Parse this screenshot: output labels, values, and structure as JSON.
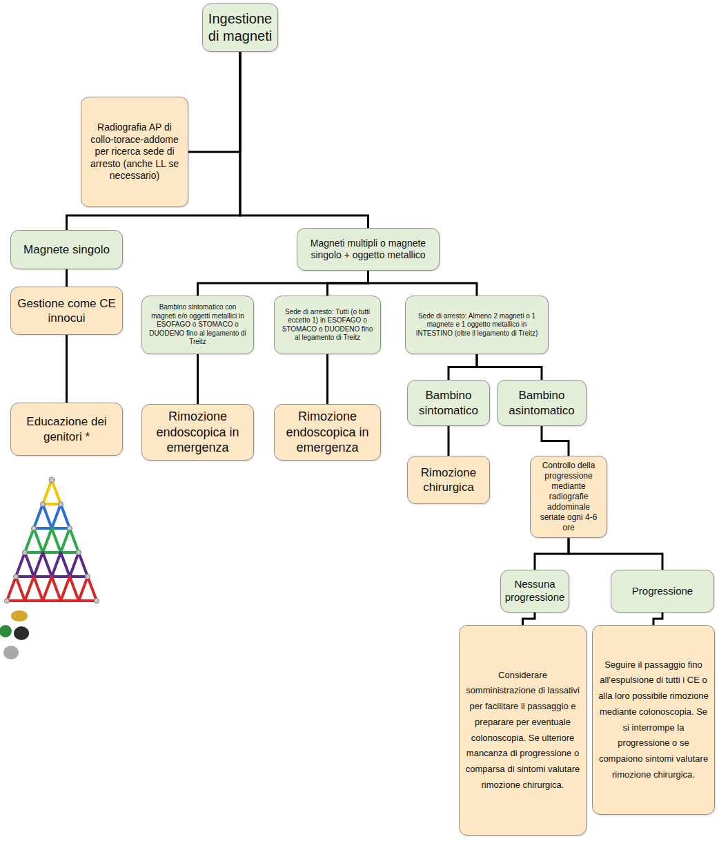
{
  "diagram": {
    "nodes": [
      {
        "text": [
          "Ingestione di magneti"
        ]
      },
      {
        "text": [
          "Radiografia AP di collo-torace-addome per ricerca sede di arresto (anche LL se necessario)"
        ]
      },
      {
        "text": [
          "Magnete singolo"
        ]
      },
      {
        "text": [
          "Magneti multipli o magnete singolo + oggetto metallico"
        ]
      },
      {
        "text": [
          "Gestione come CE innocui"
        ]
      },
      {
        "text": [
          "Educazione dei genitori *"
        ]
      },
      {
        "text": [
          "Bambino sintomatico con magneti e/o oggetti metallici in ESOFAGO o STOMACO o DUODENO fino al legamento di Treitz"
        ]
      },
      {
        "text": [
          "Sede di arresto: Tutti (o tutti eccetto 1) in ESOFAGO o STOMACO o DUODENO fino al legamento di Treitz"
        ]
      },
      {
        "text": [
          "Sede di arresto: Almeno 2 magneti o 1 magnete e 1 oggetto metallico in INTESTINO (oltre il legamento di Treitz)"
        ]
      },
      {
        "text": [
          "Rimozione endoscopica in emergenza"
        ]
      },
      {
        "text": [
          "Rimozione endoscopica in emergenza"
        ]
      },
      {
        "text": [
          "Bambino sintomatico"
        ]
      },
      {
        "text": [
          "Bambino asintomatico"
        ]
      },
      {
        "text": [
          "Rimozione chirurgica"
        ]
      },
      {
        "text": [
          "Controllo della progressione mediante radiografie addominale seriate ogni 4-6 ore"
        ]
      },
      {
        "text": [
          "Nessuna progressione"
        ]
      },
      {
        "text": [
          "Progressione"
        ]
      },
      {
        "text": [
          "Considerare somministrazione di lassativi per facilitare il passaggio e preparare per eventuale colonoscopia. Se ulteriore mancanza di progressione o comparsa di sintomi valutare rimozione chirurgica."
        ]
      },
      {
        "text": [
          "Seguire il passaggio fino all’espulsione di tutti i CE o alla loro possibile rimozione mediante colonoscopia. Se si interrompe la progressione o se compaiono sintomi valutare rimozione chirurgica."
        ]
      }
    ],
    "edges": [
      {
        "from": 0,
        "to": 1,
        "arrow": "none"
      },
      {
        "from": 0,
        "to": 2,
        "arrow": "none"
      },
      {
        "from": 0,
        "to": 3,
        "arrow": "none"
      },
      {
        "from": 2,
        "to": 4,
        "arrow": "none"
      },
      {
        "from": 4,
        "to": 5,
        "arrow": "none"
      },
      {
        "from": 3,
        "to": 6,
        "arrow": "none"
      },
      {
        "from": 3,
        "to": 7,
        "arrow": "none"
      },
      {
        "from": 3,
        "to": 8,
        "arrow": "none"
      },
      {
        "from": 6,
        "to": 9,
        "arrow": "none"
      },
      {
        "from": 7,
        "to": 10,
        "arrow": "none"
      },
      {
        "from": 8,
        "to": 11,
        "arrow": "none"
      },
      {
        "from": 8,
        "to": 12,
        "arrow": "none"
      },
      {
        "from": 11,
        "to": 13,
        "arrow": "none"
      },
      {
        "from": 12,
        "to": 14,
        "arrow": "none"
      },
      {
        "from": 14,
        "to": 15,
        "arrow": "none"
      },
      {
        "from": 14,
        "to": 16,
        "arrow": "none"
      },
      {
        "from": 15,
        "to": 17,
        "arrow": "none"
      },
      {
        "from": 16,
        "to": 18,
        "arrow": "none"
      }
    ]
  }
}
